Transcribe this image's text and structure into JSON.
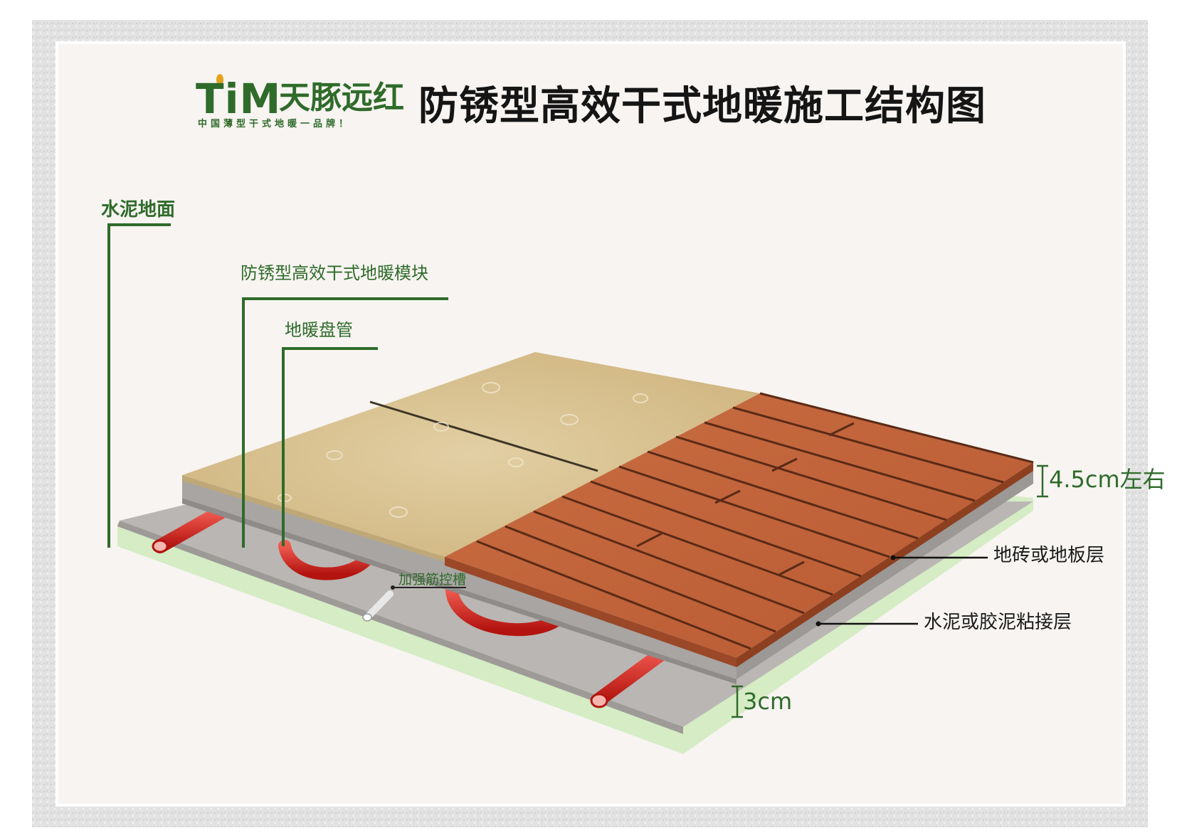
{
  "logo": {
    "brand_en": "TiM",
    "brand_cn": "天豚远红",
    "slogan": "中国薄型干式地暖一品牌！"
  },
  "title": "防锈型高效干式地暖施工结构图",
  "labels": {
    "cement_ground": "水泥地面",
    "heating_module": "防锈型高效干式地暖模块",
    "heating_coil": "地暖盘管",
    "rib_groove": "加强筋控槽",
    "tile_or_floor_layer": "地砖或地板层",
    "adhesive_layer": "水泥或胶泥粘接层",
    "thickness_total": "4.5cm左右",
    "thickness_module": "3cm"
  },
  "colors": {
    "brand_green": "#2f6b2a",
    "frame_gray": "#d9d9d9",
    "panel_bg": "#f7f4f1",
    "ground_green": "#d5ecc4",
    "module_gray": "#b9b6b3",
    "tile": "#d6c08f",
    "wood": "#c0633a",
    "pipe": "#d8231f"
  }
}
